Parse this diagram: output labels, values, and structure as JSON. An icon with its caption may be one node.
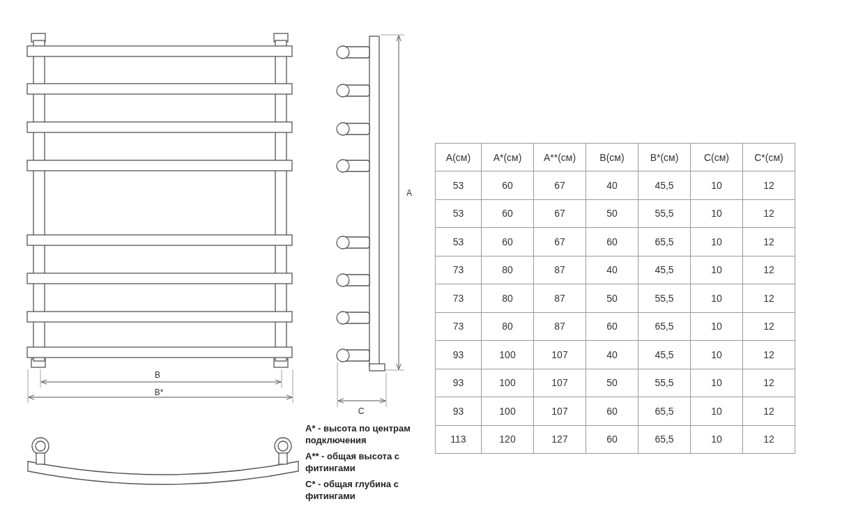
{
  "diagram": {
    "labels": [
      "A",
      "B",
      "B*",
      "C",
      "A* - высота по центрам подключения",
      "A** - общая высота с фитингами",
      "C* - общая глубина с фитингами",
      "A(см)",
      "A*(см)",
      "A**(см)",
      "B(см)",
      "B*(см)",
      "C(см)",
      "C*(см)",
      "53",
      "60",
      "67",
      "40",
      "45,5",
      "10",
      "12",
      "53",
      "60",
      "67",
      "50",
      "55,5",
      "10",
      "12",
      "53",
      "60",
      "67",
      "60",
      "65,5",
      "10",
      "12",
      "73",
      "80",
      "87",
      "40",
      "45,5",
      "10",
      "12",
      "73",
      "80",
      "87",
      "50",
      "55,5",
      "10",
      "12",
      "73",
      "80",
      "87",
      "60",
      "65,5",
      "10",
      "12",
      "93",
      "100",
      "107",
      "40",
      "45,5",
      "10",
      "12",
      "93",
      "100",
      "107",
      "50",
      "55,5",
      "10",
      "12",
      "93",
      "100",
      "107",
      "60",
      "65,5",
      "10",
      "12",
      "113",
      "120",
      "127",
      "60",
      "65,5",
      "10",
      "12"
    ]
  }
}
